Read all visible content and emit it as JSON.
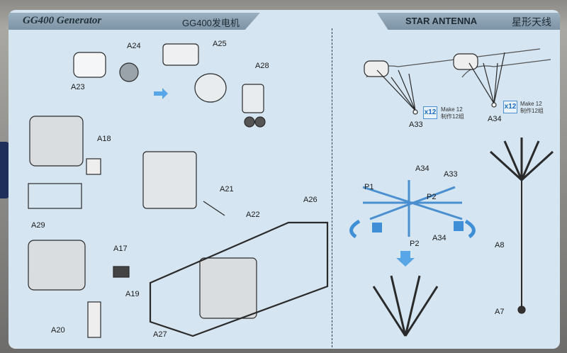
{
  "header": {
    "left_title": "GG400 Generator",
    "left_title_cn": "GG400发电机",
    "right_title": "STAR ANTENNA",
    "right_title_cn": "星形天线"
  },
  "generator_labels": [
    "A24",
    "A25",
    "A23",
    "A28",
    "A18",
    "A29",
    "A21",
    "A26",
    "A22",
    "A17",
    "A19",
    "A20",
    "A27"
  ],
  "antenna": {
    "labels": [
      "A33",
      "A34",
      "A34",
      "A33",
      "P1",
      "P2",
      "P2",
      "A34",
      "A8",
      "A7"
    ],
    "badges": [
      {
        "count": "x12",
        "make": "Make 12",
        "make_cn": "制作12组"
      },
      {
        "count": "x12",
        "make": "Make 12",
        "make_cn": "制作12组"
      }
    ]
  },
  "colors": {
    "panel": "#d5e5f1",
    "header": "#8da3b4",
    "accent": "#3f8fd6"
  }
}
